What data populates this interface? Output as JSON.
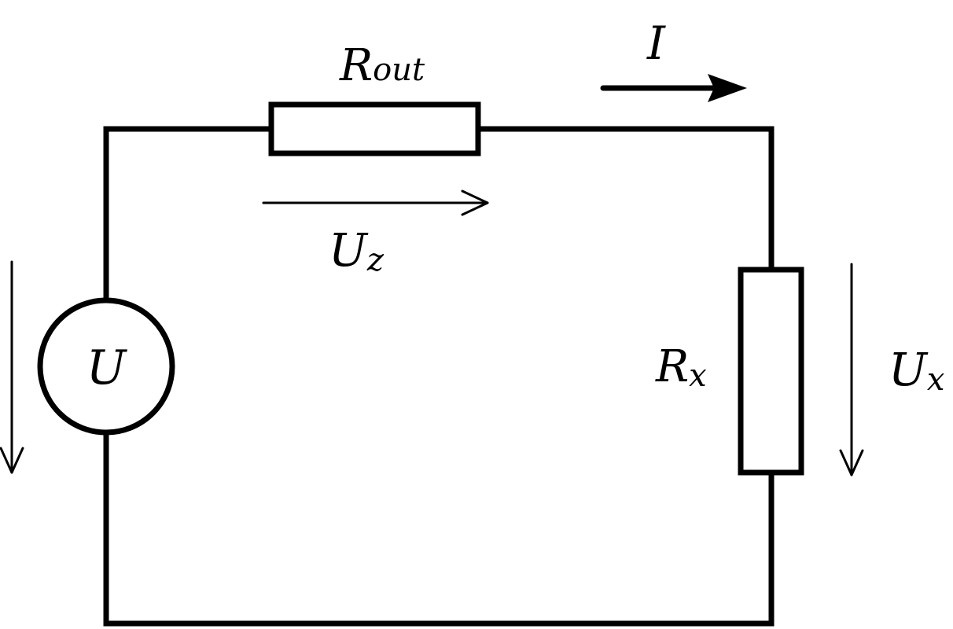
{
  "labels": {
    "source": "U",
    "series_resistor_main": "R",
    "series_resistor_sub": "out",
    "load_resistor_main": "R",
    "load_resistor_sub": "x",
    "current": "I",
    "series_voltage_main": "U",
    "series_voltage_sub": "z",
    "load_voltage_main": "U",
    "load_voltage_sub": "x"
  }
}
